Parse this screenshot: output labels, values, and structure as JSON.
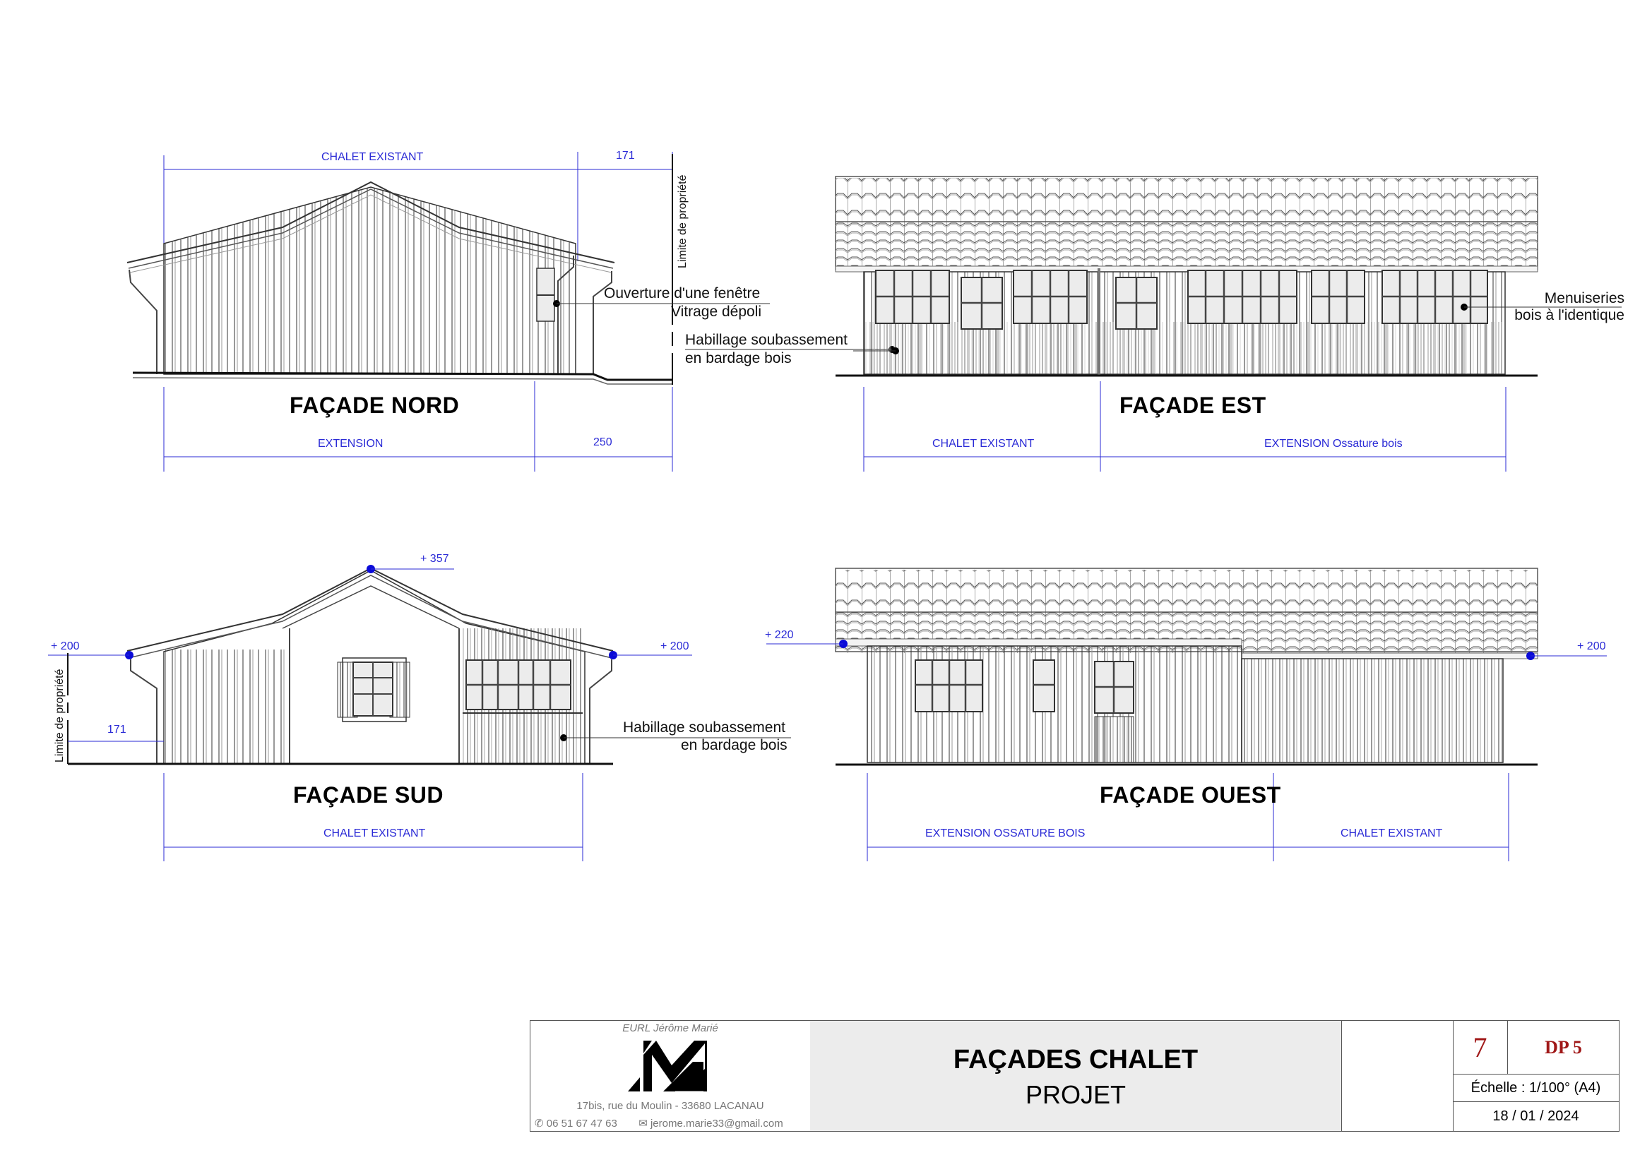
{
  "sheet": {
    "elevations": [
      {
        "id": "nord",
        "title": "FAÇADE NORD",
        "dimensions_top": [
          {
            "label": "CHALET EXISTANT"
          },
          {
            "label": "171"
          }
        ],
        "dimensions_bottom": [
          {
            "label": "EXTENSION"
          },
          {
            "label": "250"
          }
        ],
        "property_limit_label": "Limite de propriété",
        "annotations": [
          {
            "line1": "Ouverture d'une fenêtre",
            "line2": "Vitrage dépoli"
          },
          {
            "line1": "Habillage soubassement",
            "line2": "en bardage bois"
          }
        ]
      },
      {
        "id": "est",
        "title": "FAÇADE EST",
        "dimensions_bottom": [
          {
            "label": "CHALET EXISTANT"
          },
          {
            "label": "EXTENSION Ossature bois"
          }
        ],
        "annotations": [
          {
            "line1": "Menuiseries",
            "line2": "bois à l'identique"
          }
        ]
      },
      {
        "id": "sud",
        "title": "FAÇADE SUD",
        "levels": [
          "+ 357",
          "+ 200",
          "+ 200"
        ],
        "dimensions_bottom": [
          {
            "label": "CHALET EXISTANT"
          }
        ],
        "side_dimension": "171",
        "property_limit_label": "Limite de propriété",
        "annotations": [
          {
            "line1": "Habillage soubassement",
            "line2": "en bardage bois"
          }
        ]
      },
      {
        "id": "ouest",
        "title": "FAÇADE OUEST",
        "levels": [
          "+ 220",
          "+ 200"
        ],
        "dimensions_bottom": [
          {
            "label": "EXTENSION OSSATURE BOIS"
          },
          {
            "label": "CHALET EXISTANT"
          }
        ]
      }
    ]
  },
  "title_block": {
    "company": "EURL Jérôme Marié",
    "address": "17bis, rue du Moulin - 33680 LACANAU",
    "phone_icon": "phone-icon",
    "phone": "06 51 67 47 63",
    "email_icon": "envelope-icon",
    "email": "jerome.marie33@gmail.com",
    "drawing_title": "FAÇADES CHALET",
    "drawing_subtitle": "PROJET",
    "page_number": "7",
    "document_code": "DP 5",
    "scale": "Échelle : 1/100° (A4)",
    "date": "18 / 01 / 2024",
    "accent_color": "#a01818"
  },
  "colors": {
    "dimension_blue": "#2a2ad6",
    "level_dot_blue": "#0b0bd8",
    "glass_gray": "#ececec",
    "title_block_gray": "#ececec"
  }
}
